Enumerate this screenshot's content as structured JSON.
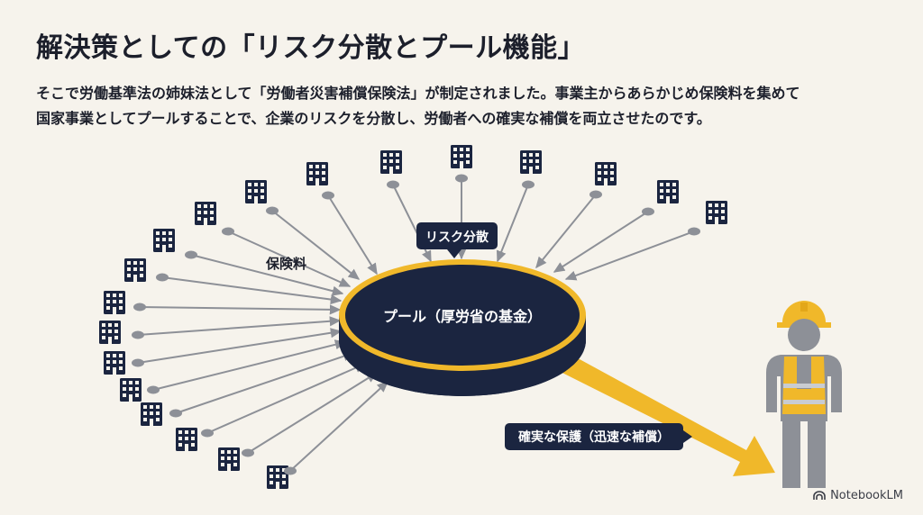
{
  "title": "解決策としての「リスク分散とプール機能」",
  "description": {
    "line1": "そこで労働基準法の姉妹法として「労働者災害補償保険法」が制定されました。事業主からあらかじめ保険料を集めて",
    "line2": "国家事業としてプールすることで、企業のリスクを分散し、労働者への確実な補償を両立させたのです。"
  },
  "diagram": {
    "risk_label": "リスク分散",
    "premium_label": "保険料",
    "pool_label": "プール（厚労省の基金）",
    "protection_label": "確実な保護（迅速な補償）",
    "company_icon": "office-building-icon",
    "worker_icon": "construction-worker-icon",
    "colors": {
      "navy": "#1b2540",
      "gold": "#f0b82a",
      "gray": "#8d9097",
      "background": "#f6f3ec"
    }
  },
  "footer": {
    "brand": "NotebookLM",
    "icon": "notebooklm-logo-icon"
  }
}
